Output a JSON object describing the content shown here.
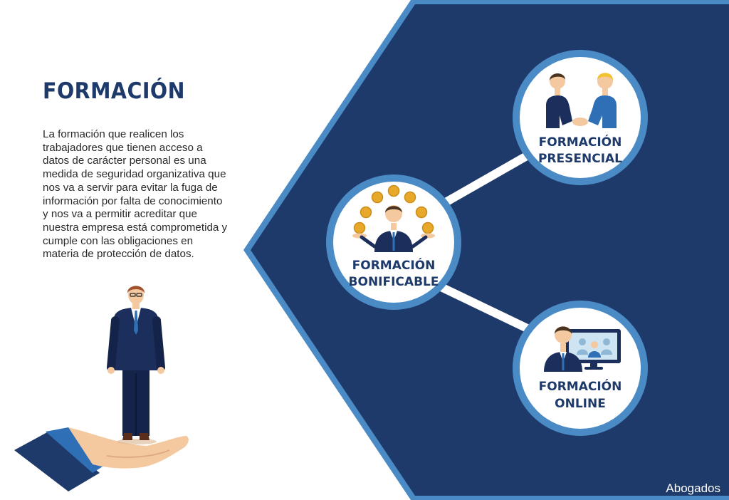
{
  "title": "FORMACIÓN",
  "description": "La formación que realicen los trabajadores que tienen acceso a datos de carácter personal es una medida de seguridad organizativa que nos va a servir para evitar la fuga de información por falta de conocimiento y nos va a permitir acreditar que nuestra empresa está comprometida y cumple con las obligaciones en materia de protección de datos.",
  "nodes": {
    "bonificable": {
      "line1": "FORMACIÓN",
      "line2": "BONIFICABLE"
    },
    "presencial": {
      "line1": "FORMACIÓN",
      "line2": "PRESENCIAL"
    },
    "online": {
      "line1": "FORMACIÓN",
      "line2": "ONLINE"
    }
  },
  "watermark": "Abogados",
  "colors": {
    "navy": "#1e3a6b",
    "ring": "#4a8bc6",
    "suit": "#1c2f5c",
    "coin": "#e8a92a",
    "skin": "#f5c9a0"
  }
}
